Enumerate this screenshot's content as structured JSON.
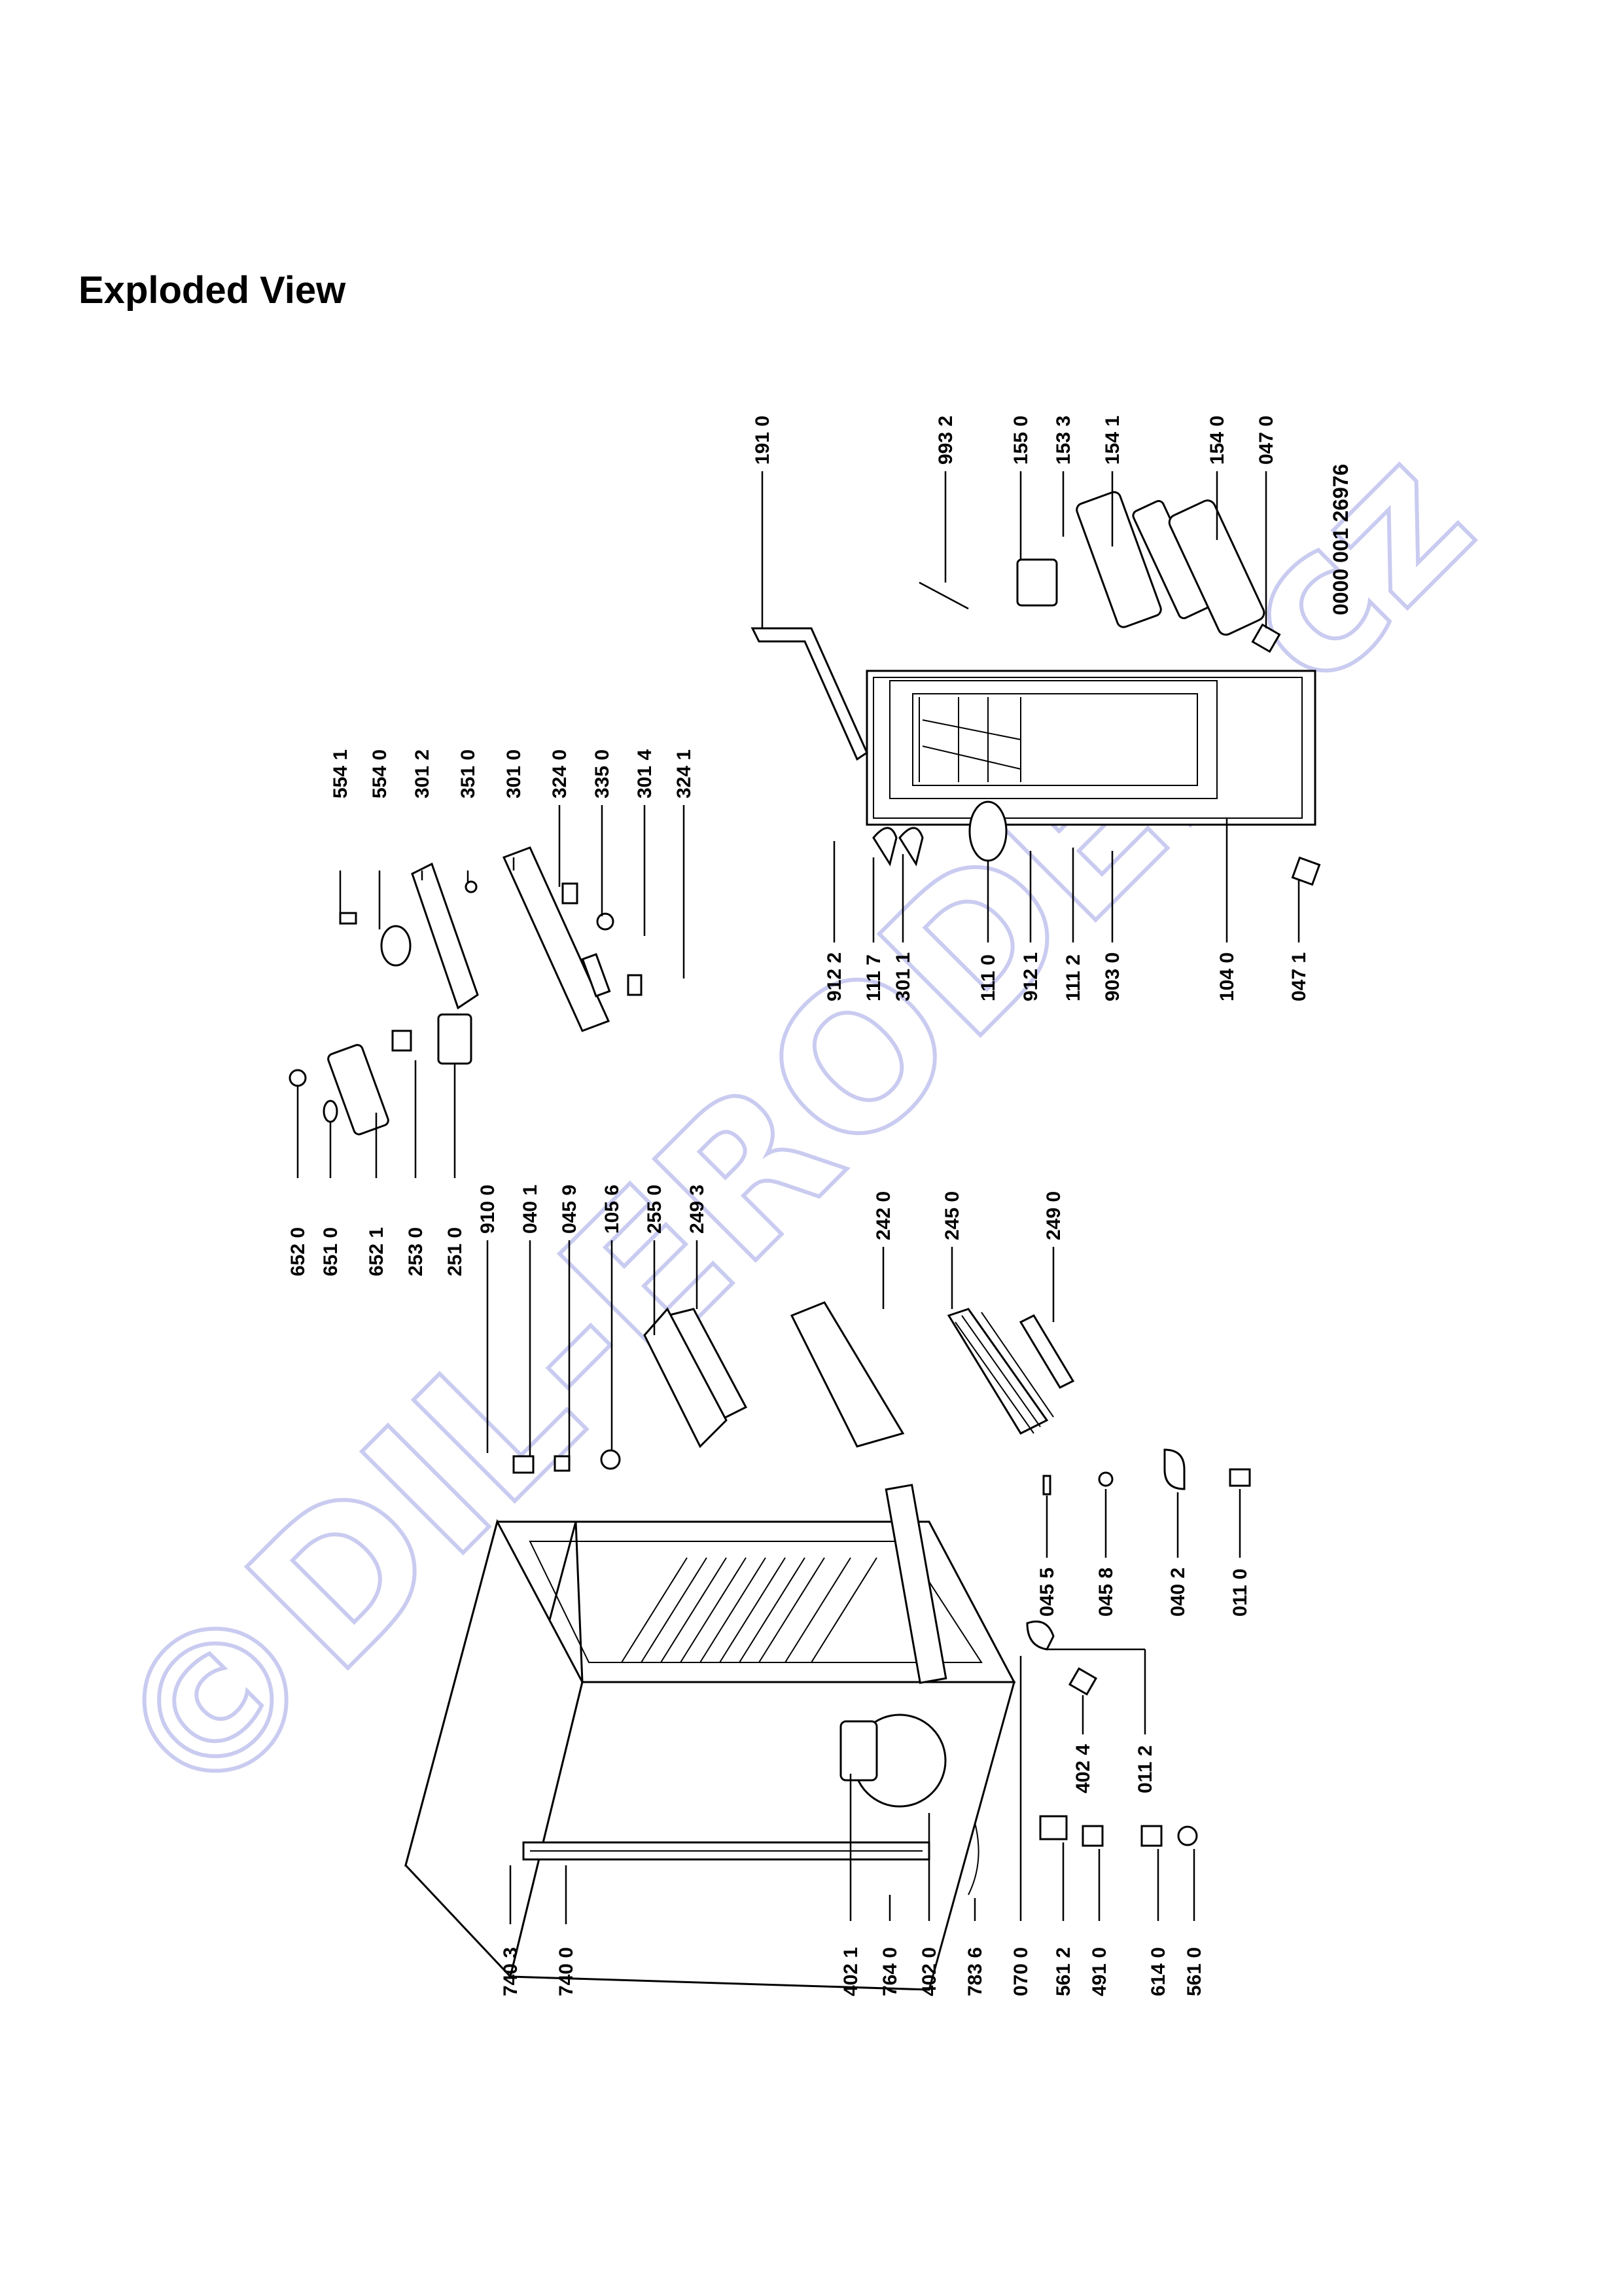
{
  "page": {
    "title": "Exploded View",
    "document_number": "0000 001 26976"
  },
  "watermark": "©DIL-ERODEL.cz",
  "labels": [
    "652 0",
    "651 0",
    "652 1",
    "253 0",
    "251 0",
    "910 0",
    "040 1",
    "045 9",
    "105 6",
    "255 0",
    "249 3",
    "242 0",
    "245 0",
    "249 0",
    "554 1",
    "554 0",
    "301 2",
    "351 0",
    "301 0",
    "324 0",
    "335 0",
    "301 4",
    "324 1",
    "191 0",
    "993 2",
    "155 0",
    "153 3",
    "154 1",
    "154 0",
    "047 0",
    "912 2",
    "111 7",
    "301 1",
    "111 0",
    "912 1",
    "111 2",
    "903 0",
    "104 0",
    "047 1",
    "045 5",
    "045 8",
    "040 2",
    "011 0",
    "402 4",
    "011 2",
    "740 3",
    "740 0",
    "402 1",
    "764 0",
    "402 0",
    "783 6",
    "070 0",
    "561 2",
    "491 0",
    "614 0",
    "561 0"
  ]
}
